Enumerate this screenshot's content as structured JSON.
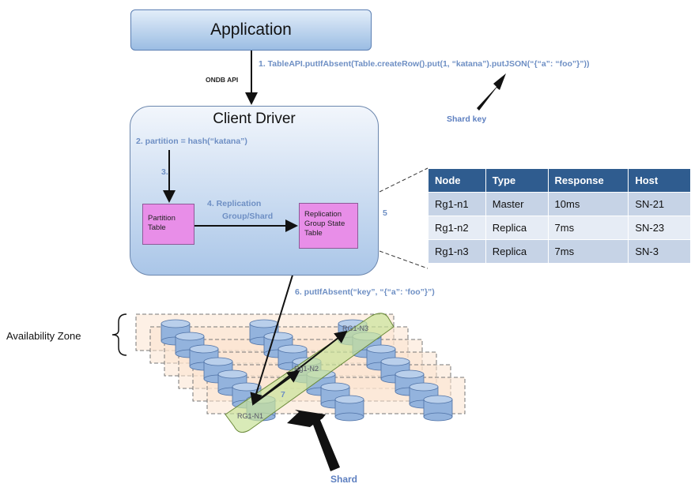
{
  "application": {
    "label": "Application"
  },
  "api_label": "ONDB API",
  "step1": "1. TableAPI.putIfAbsent(Table.createRow().put(1, “katana”).putJSON(“{“a”: “foo”}”))",
  "shard_key_label": "Shard key",
  "client_driver": {
    "title": "Client Driver",
    "step2": "2. partition = hash(“katana”)",
    "step3": "3.",
    "step4_line1": "4.  Replication",
    "step4_line2": "Group/Shard",
    "partition_table_line1": "Partition",
    "partition_table_line2": "Table",
    "rg_state_line1": "Replication",
    "rg_state_line2": "Group State",
    "rg_state_line3": "Table"
  },
  "step5": "5",
  "step6": "6.  putIfAbsent(“key”, “{“a”: ‘foo”}”)",
  "step7": "7",
  "availability_zone_label": "Availability Zone",
  "shard_label": "Shard",
  "node_labels": {
    "n1": "RG1-N1",
    "n2": "Rg1-N2",
    "n3": "RG1-N3"
  },
  "table": {
    "headers": [
      "Node",
      "Type",
      "Response",
      "Host"
    ],
    "rows": [
      [
        "Rg1-n1",
        "Master",
        "10ms",
        "SN-21"
      ],
      [
        "Rg1-n2",
        "Replica",
        "7ms",
        "SN-23"
      ],
      [
        "Rg1-n3",
        "Replica",
        "7ms",
        "SN-3"
      ]
    ]
  },
  "colors": {
    "accent_text": "#6e8fc4",
    "header_bg": "#2f5c8f",
    "pink": "#e88ee8",
    "shard_band": "#c9e39a",
    "zone_fill": "#fbe3cf",
    "cylinder": "#93b3dd"
  }
}
